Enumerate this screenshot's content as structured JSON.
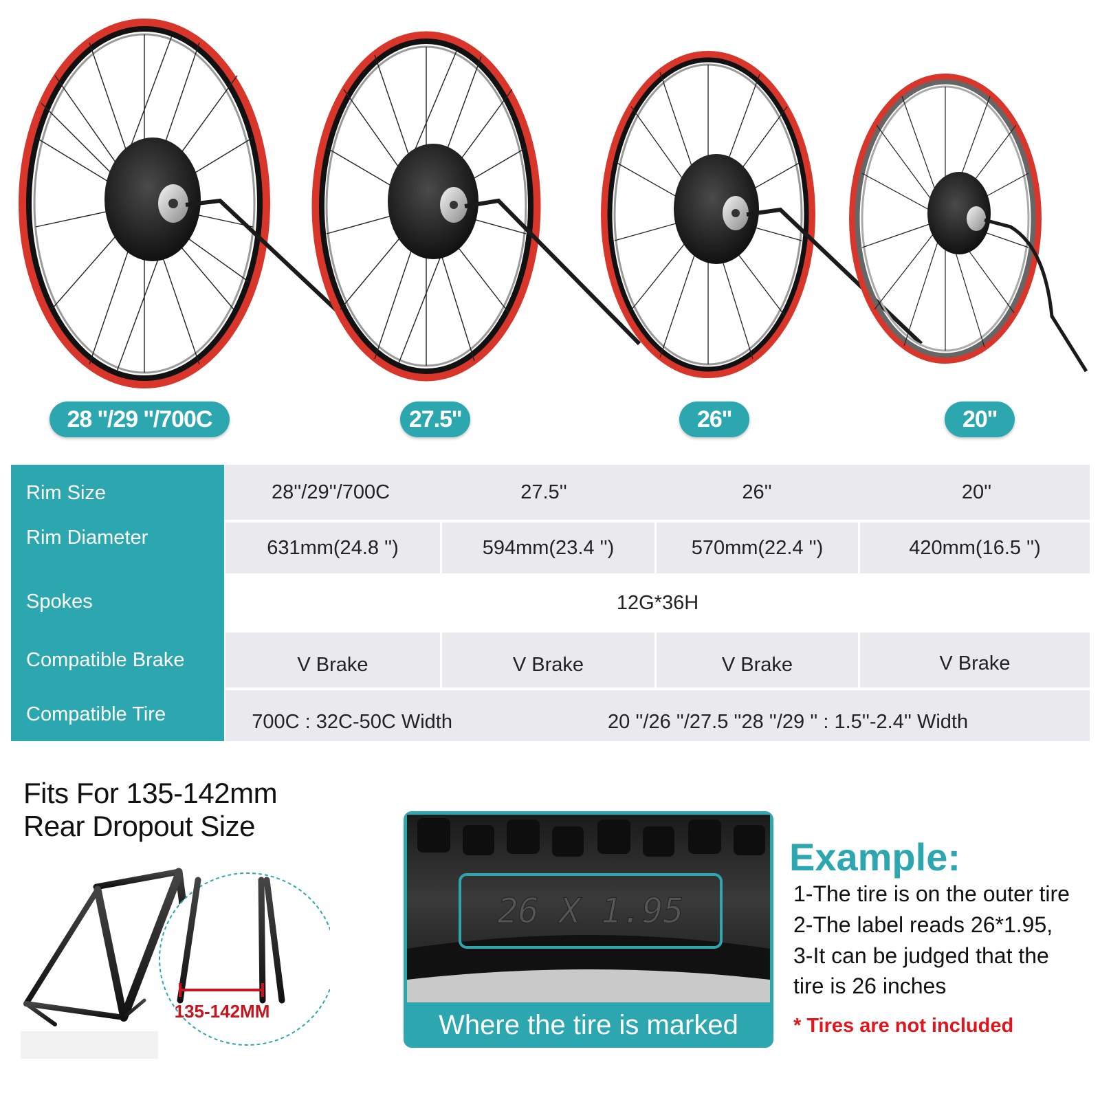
{
  "sizes": {
    "s1": "28 ''/29 ''/700C",
    "s2": "27.5''",
    "s3": "26''",
    "s4": "20''"
  },
  "table": {
    "rim_size": {
      "label": "Rim Size",
      "v1": "28''/29''/700C",
      "v2": "27.5''",
      "v3": "26''",
      "v4": "20''"
    },
    "rim_diameter": {
      "label": "Rim Diameter",
      "v1": "631mm(24.8 '')",
      "v2": "594mm(23.4 '')",
      "v3": "570mm(22.4 '')",
      "v4": "420mm(16.5 '')"
    },
    "spokes": {
      "label": "Spokes",
      "value": "12G*36H"
    },
    "brake": {
      "label": "Compatible Brake",
      "v1": "V Brake",
      "v2": "V Brake",
      "v3": "V Brake",
      "v4": "V Brake"
    },
    "tire": {
      "label": "Compatible Tire",
      "v1": "700C : 32C-50C Width",
      "v2": "20 ''/26 ''/27.5 ''28 ''/29 '' : 1.5''-2.4'' Width"
    }
  },
  "dropout": {
    "line1": "Fits For 135-142mm",
    "line2": "Rear Dropout Size",
    "measure": "135-142MM"
  },
  "tire_photo": {
    "marking": "26 X 1.95",
    "caption": "Where the tire is marked"
  },
  "example": {
    "title": "Example:",
    "line1": "1-The tire is on the outer tire",
    "line2": "2-The label reads 26*1.95,",
    "line3": "3-It can be judged that the",
    "line4": "tire is 26 inches",
    "note": "* Tires are not included"
  },
  "colors": {
    "accent": "#2ca7b0",
    "cell": "#eaeaee",
    "warning": "#e0161e",
    "rim_stripe": "#d9362b"
  }
}
